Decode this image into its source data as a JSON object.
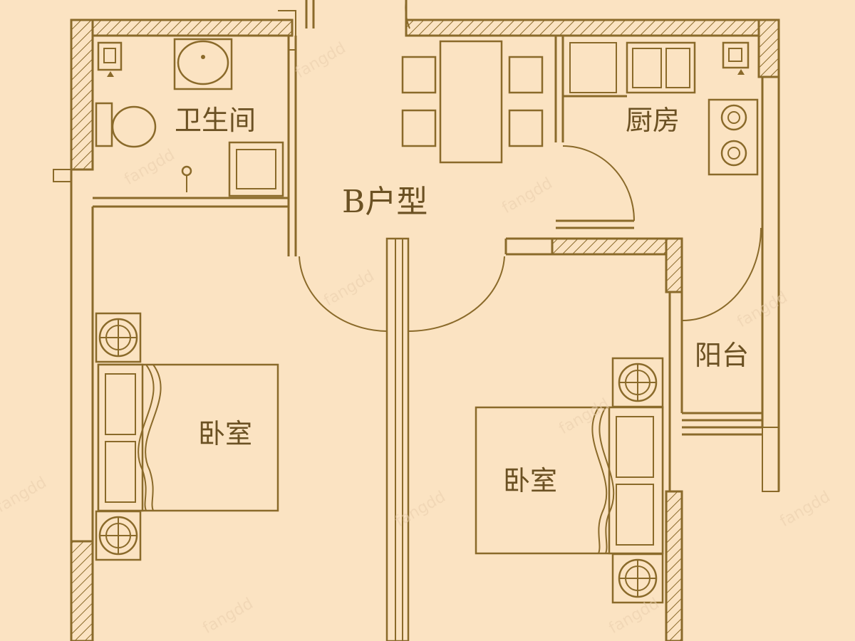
{
  "plan": {
    "unit_type": "B户型",
    "rooms": {
      "bathroom": "卫生间",
      "kitchen": "厨房",
      "balcony": "阳台",
      "bedroom_left": "卧室",
      "bedroom_right": "卧室"
    }
  },
  "watermark": "fangdd",
  "colors": {
    "background": "#fbe3c2",
    "line": "#8a6a2a",
    "text": "#6b5123"
  }
}
